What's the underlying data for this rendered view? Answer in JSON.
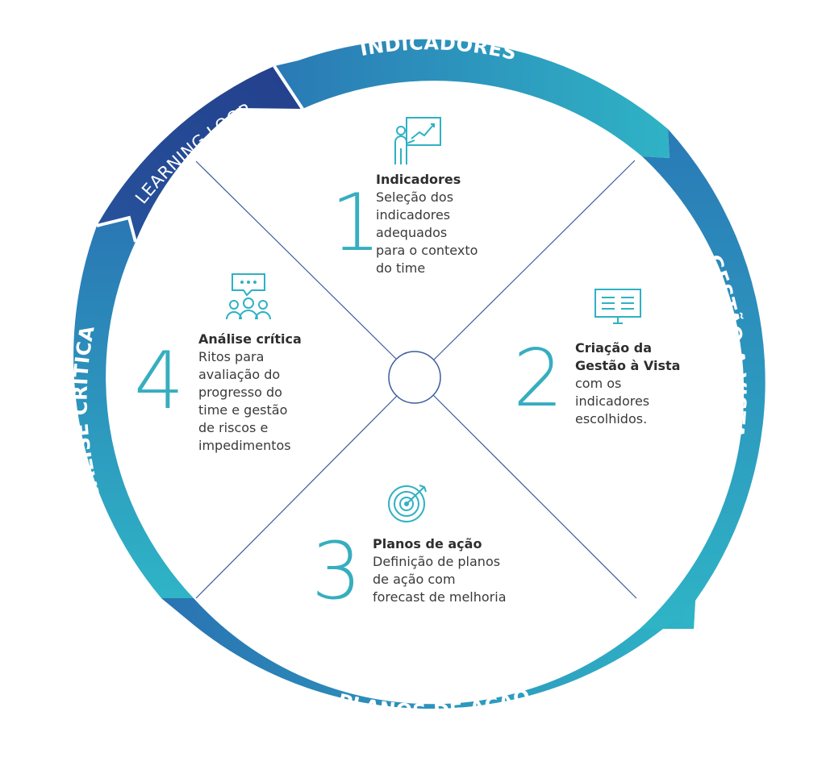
{
  "ring": {
    "indicadores": "INDICADORES",
    "gestao": "GESTÃO A VISTA",
    "planos": "PLANOS DE AÇÃO",
    "analise": "ANÁLISE CRÍTICA",
    "learning": "LEARNING LOOP"
  },
  "steps": [
    {
      "number": "1",
      "title": "Indicadores",
      "desc": [
        "Seleção dos",
        "indicadores",
        "adequados",
        "para o contexto",
        "do time"
      ],
      "icon": "presentation-chart-icon"
    },
    {
      "number": "2",
      "title": [
        "Criação da",
        "Gestão à Vista"
      ],
      "desc": [
        "com os",
        "indicadores",
        "escolhidos."
      ],
      "icon": "monitor-icon"
    },
    {
      "number": "3",
      "title": "Planos de ação",
      "desc": [
        "Definição de planos",
        "de ação com",
        "forecast de melhoria"
      ],
      "icon": "target-icon"
    },
    {
      "number": "4",
      "title": "Análise crítica",
      "desc": [
        "Ritos para",
        "avaliação do",
        "progresso do",
        "time e gestão",
        "de riscos e",
        "impedimentos"
      ],
      "icon": "team-discussion-icon"
    }
  ],
  "colors": {
    "teal": "#2fb1c4",
    "blue": "#2a6fb0",
    "navy": "#24408e",
    "number": "#36aebf"
  }
}
